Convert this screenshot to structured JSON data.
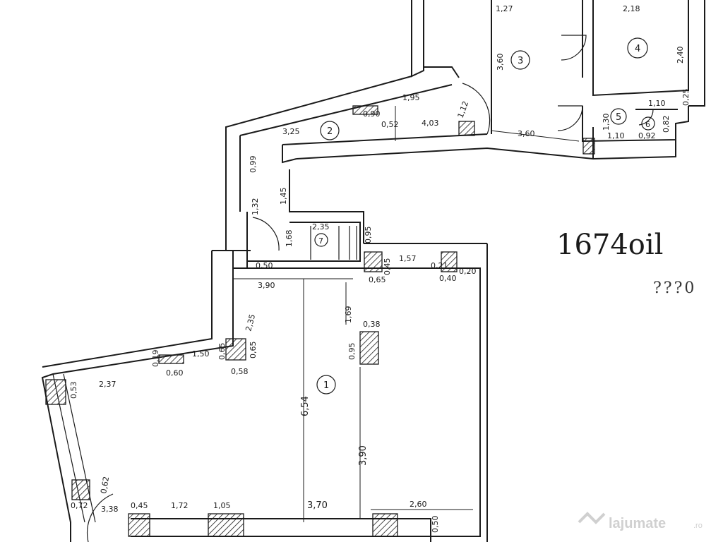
{
  "rooms": [
    {
      "id": "r1",
      "number": "1"
    },
    {
      "id": "r2",
      "number": "2"
    },
    {
      "id": "r3",
      "number": "3"
    },
    {
      "id": "r4",
      "number": "4"
    },
    {
      "id": "r5",
      "number": "5"
    },
    {
      "id": "r6",
      "number": "6"
    },
    {
      "id": "r7",
      "number": "7"
    }
  ],
  "dimensions": [
    "1,27",
    "2,18",
    "3,60",
    "2,40",
    "1,95",
    "0,90",
    "1,12",
    "4,03",
    "3,25",
    "3,60",
    "1,10",
    "0,92",
    "1,30",
    "1,10",
    "0,82",
    "0,99",
    "1,45",
    "0,95",
    "2,35",
    "1,68",
    "1,32",
    "0,50",
    "3,90",
    "0,45",
    "1,57",
    "0,20",
    "0,40",
    "0,65",
    "1,69",
    "0,38",
    "0,95",
    "6,54",
    "3,90",
    "2,35",
    "1,50",
    "0,60",
    "0,65",
    "0,58",
    "0,65",
    "2,37",
    "0,53",
    "0,72",
    "3,38",
    "0,45",
    "1,72",
    "1,05",
    "3,70",
    "2,60",
    "0,50",
    "0,25",
    "0,21",
    "0,62",
    "0,19",
    "0,52"
  ],
  "handwritten": {
    "main": "1674oil",
    "secondary": "???0"
  },
  "watermark": {
    "brand": "lajumate",
    "suffix": ".ro"
  }
}
